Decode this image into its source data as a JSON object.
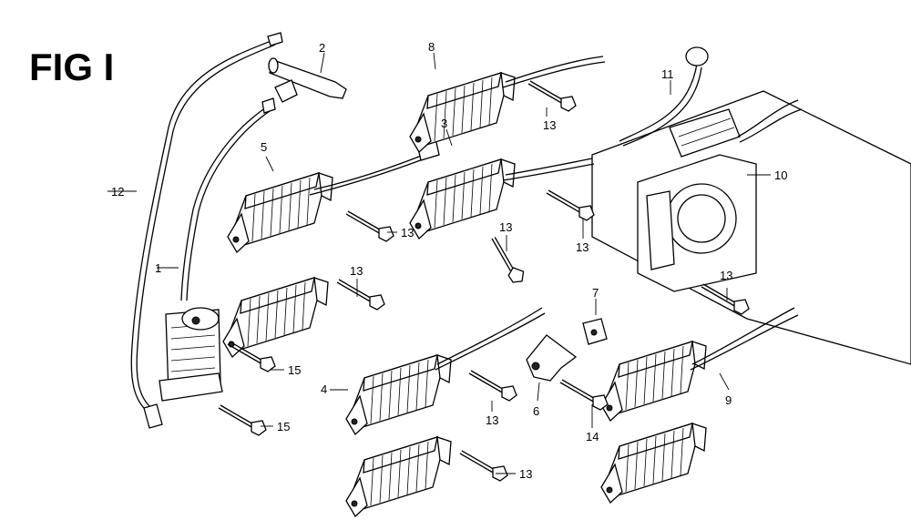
{
  "figure": {
    "title": "FIG I"
  },
  "callouts": {
    "c1": "1",
    "c2": "2",
    "c3": "3",
    "c4": "4",
    "c5": "5",
    "c6": "6",
    "c7": "7",
    "c8": "8",
    "c9": "9",
    "c10": "10",
    "c11": "11",
    "c12": "12",
    "c13a": "13",
    "c13b": "13",
    "c13c": "13",
    "c13d": "13",
    "c13e": "13",
    "c13f": "13",
    "c13g": "13",
    "c13h": "13",
    "c14": "14",
    "c15a": "15",
    "c15b": "15"
  }
}
